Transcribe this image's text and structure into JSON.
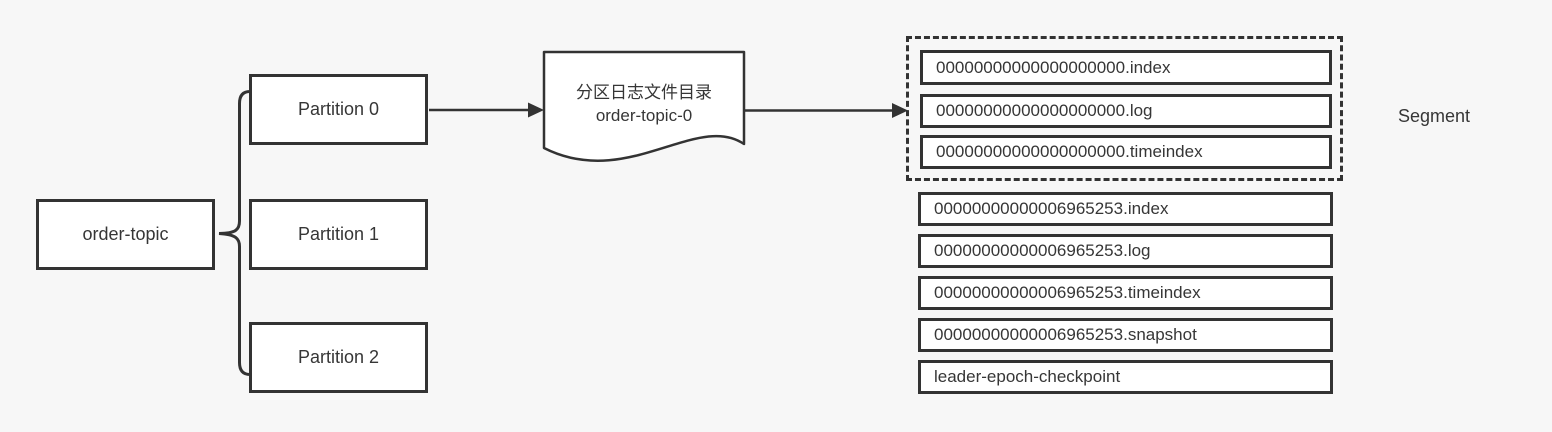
{
  "colors": {
    "background": "#f7f7f7",
    "stroke": "#333333",
    "box_fill": "#ffffff",
    "text": "#363636"
  },
  "topic": {
    "label": "order-topic"
  },
  "partitions": [
    {
      "label": "Partition 0"
    },
    {
      "label": "Partition 1"
    },
    {
      "label": "Partition 2"
    }
  ],
  "log_directory": {
    "line1": "分区日志文件目录",
    "line2": "order-topic-0"
  },
  "segment": {
    "label": "Segment",
    "files": [
      "00000000000000000000.index",
      "00000000000000000000.log",
      "00000000000000000000.timeindex"
    ]
  },
  "other_files": [
    "00000000000006965253.index",
    "00000000000006965253.log",
    "00000000000006965253.timeindex",
    "00000000000006965253.snapshot",
    "leader-epoch-checkpoint"
  ]
}
